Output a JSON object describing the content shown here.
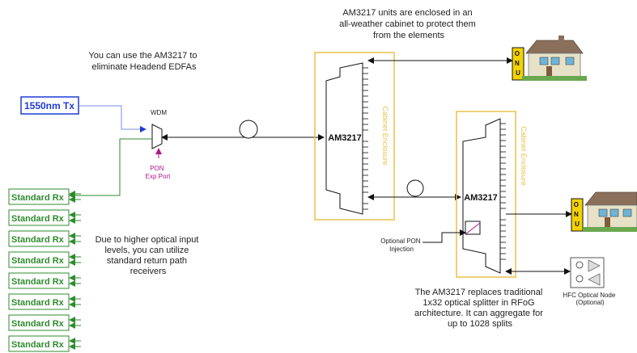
{
  "colors": {
    "rx_green": "#2e8b2e",
    "tx_blue": "#1f3bd6",
    "cabinet_yellow": "#e8c24a",
    "pon_magenta": "#b0168a",
    "line": "#111111",
    "onu_yellow": "#f2d200"
  },
  "notes": {
    "eliminate_edfa": [
      "You can use the AM3217 to",
      "eliminate Headend EDFAs"
    ],
    "cabinet": [
      "AM3217 units are enclosed in an",
      "all-weather cabinet to protect them",
      "from the elements"
    ],
    "return_path": [
      "Due to higher optical input",
      "levels, you can utilize",
      "standard return path",
      "receivers"
    ],
    "splitter": [
      "The AM3217 replaces traditional",
      "1x32 optical splitter in RFoG",
      "architecture. It can aggregate for",
      "up to 1028 splits"
    ]
  },
  "labels": {
    "tx": "1550nm Tx",
    "wdm": "WDM",
    "pon_port": [
      "PON",
      "Exp Port"
    ],
    "am3217": "AM3217",
    "cabinet_enclosure": "Cabinet Enclosure",
    "onu_letters": [
      "O",
      "N",
      "U"
    ],
    "optional_pon": [
      "Optional PON",
      "Injection"
    ],
    "hfc_node": [
      "HFC Optical Node",
      "(Optional)"
    ]
  },
  "receivers": [
    {
      "label": "Standard Rx"
    },
    {
      "label": "Standard Rx"
    },
    {
      "label": "Standard Rx"
    },
    {
      "label": "Standard Rx"
    },
    {
      "label": "Standard Rx"
    },
    {
      "label": "Standard Rx"
    },
    {
      "label": "Standard Rx"
    },
    {
      "label": "Standard Rx"
    }
  ]
}
